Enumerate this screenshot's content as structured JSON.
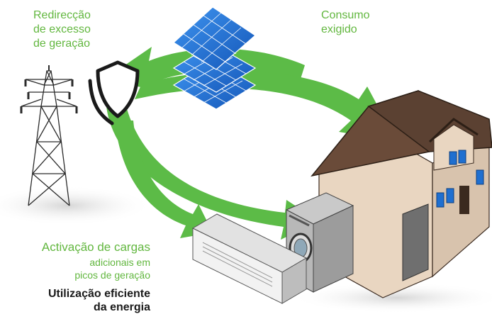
{
  "labels": {
    "redirect_line1": "Redirecção",
    "redirect_line2": "de excesso",
    "redirect_line3": "de geração",
    "consumo_line1": "Consumo",
    "consumo_line2": "exigido",
    "activacao": "Activação de cargas",
    "adicionais_line1": "adicionais em",
    "adicionais_line2": "picos de geração",
    "utilizacao_line1": "Utilização eficiente",
    "utilizacao_line2": "da energia"
  },
  "colors": {
    "arrow_green": "#5cbb47",
    "label_green": "#62b73f",
    "panel_blue": "#1f6fd0",
    "roof_brown": "#5b4132",
    "wall_beige": "#e9d6c1"
  },
  "icons": [
    "transmission-tower-icon",
    "shield-icon",
    "solar-panel-icon",
    "house-icon",
    "washing-machine-icon",
    "air-conditioner-icon"
  ]
}
